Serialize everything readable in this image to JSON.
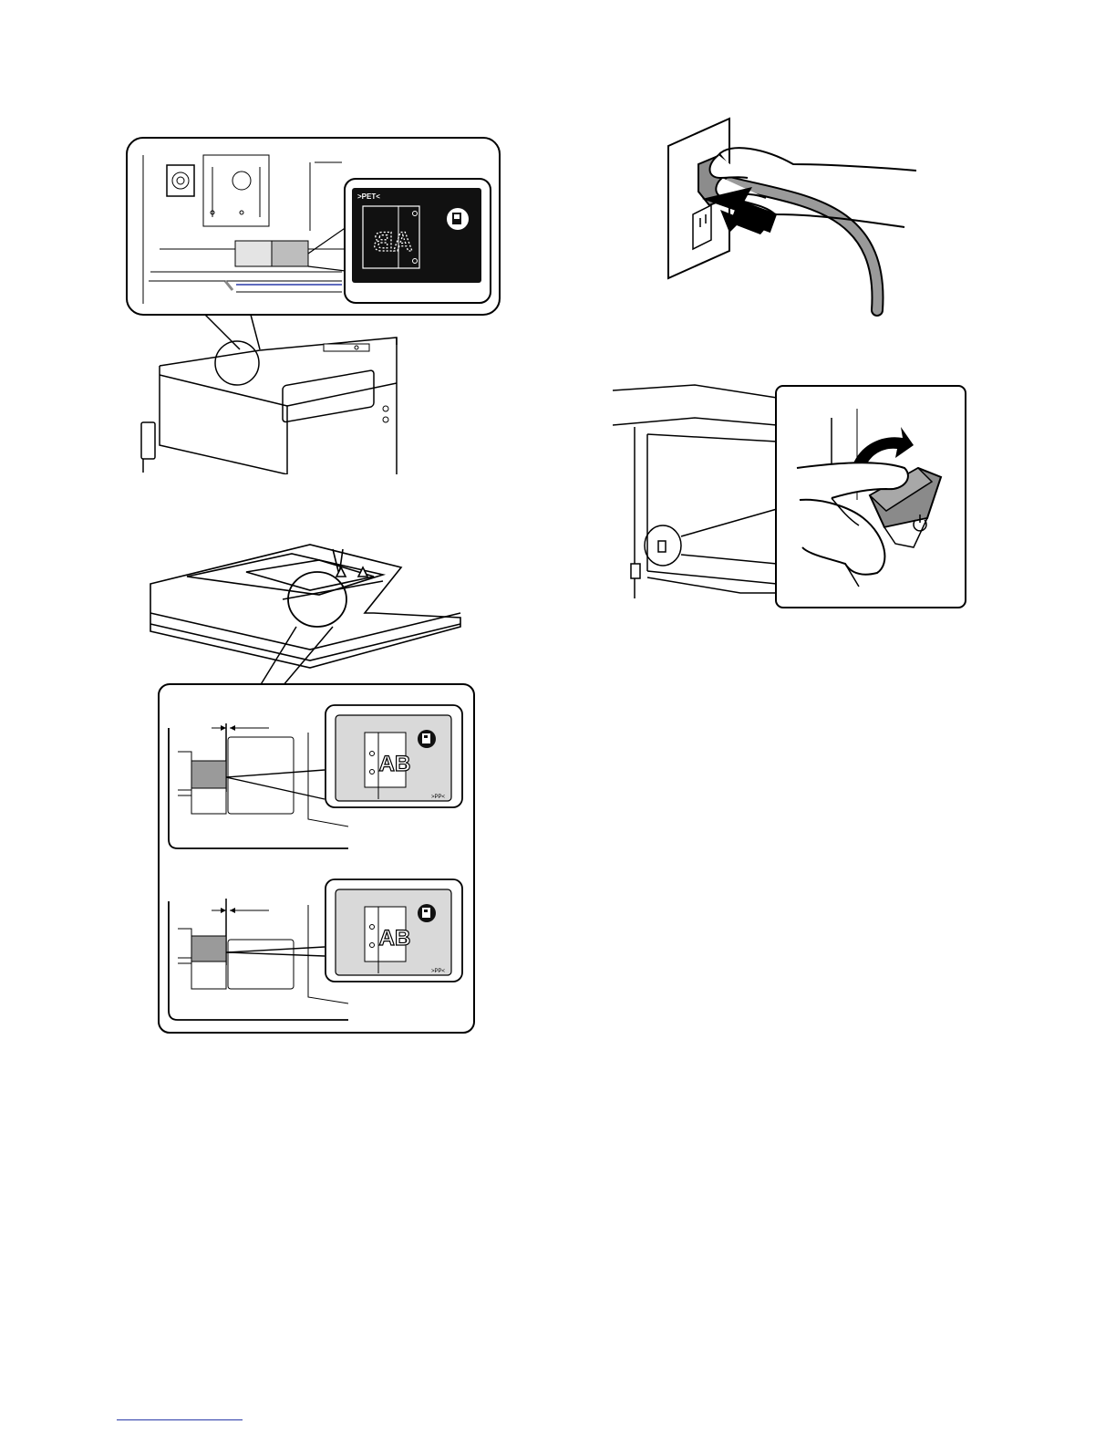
{
  "document": {
    "figures": {
      "glass_label": {
        "label_text": ">PET<",
        "label_glyphs": "AB"
      },
      "adf_label_top": {
        "label_text": ">PP<",
        "label_glyphs": "AB"
      },
      "adf_label_bottom": {
        "label_text": ">PP<",
        "label_glyphs": "AB"
      }
    },
    "icons": [
      "paper-orientation-icon",
      "power-symbol-icon",
      "arrow-icon"
    ]
  }
}
